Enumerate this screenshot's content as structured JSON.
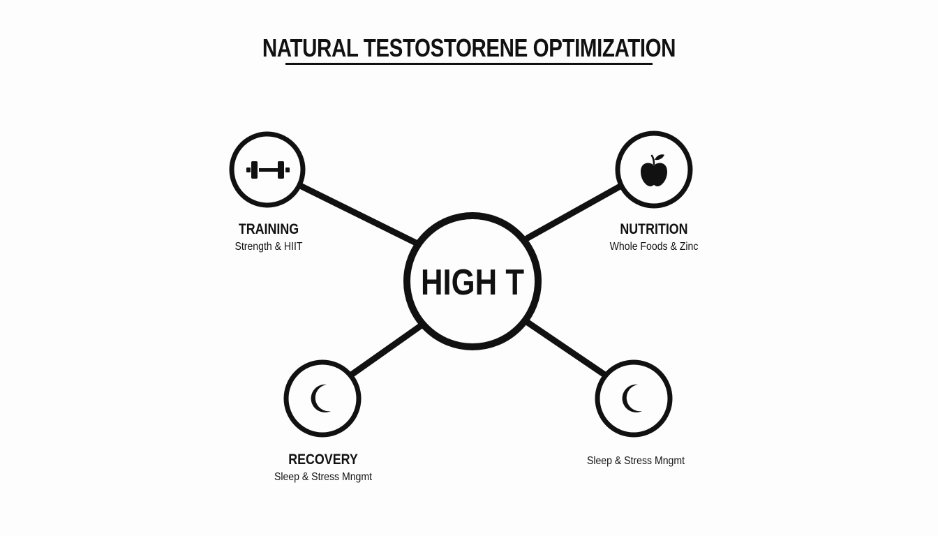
{
  "title": "NATURAL TESTOSTORENE OPTIMIZATION",
  "center": {
    "label": "HIGH T"
  },
  "nodes": {
    "training": {
      "icon": "dumbbell-icon",
      "heading": "TRAINING",
      "sub": "Strength & HIIT"
    },
    "nutrition": {
      "icon": "apple-icon",
      "heading": "NUTRITION",
      "sub": "Whole Foods & Zinc"
    },
    "recovery": {
      "icon": "moon-icon",
      "heading": "RECOVERY",
      "sub": "Sleep & Stress Mngmt"
    },
    "sleep": {
      "icon": "moon-icon",
      "heading": "",
      "sub": "Sleep & Stress Mngmt"
    }
  },
  "colors": {
    "ink": "#111111",
    "background": "#fdfdfd"
  }
}
